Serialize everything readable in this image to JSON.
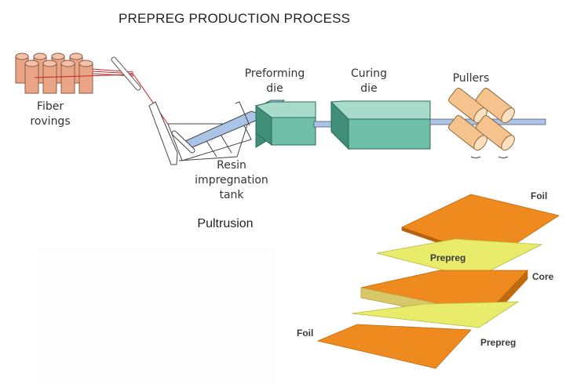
{
  "title": "PREPREG PRODUCTION PROCESS",
  "pultrusion": {
    "caption": "Pultrusion",
    "labels": {
      "fiber_rovings_1": "Fiber",
      "fiber_rovings_2": "rovings",
      "resin_1": "Resin",
      "resin_2": "impregnation",
      "resin_3": "tank",
      "preforming_1": "Preforming",
      "preforming_2": "die",
      "curing_1": "Curing",
      "curing_2": "die",
      "pullers": "Pullers"
    }
  },
  "layup": {
    "layers": [
      {
        "label": "Foil",
        "color": "#ee8a1e"
      },
      {
        "label": "Prepreg",
        "color": "#e8ec6a"
      },
      {
        "label": "Core",
        "color": "#ee8a1e"
      },
      {
        "label": "Prepreg",
        "color": "#e8ec6a"
      },
      {
        "label": "Foil",
        "color": "#ee8a1e"
      }
    ]
  },
  "colors": {
    "die": "#6fbfa6",
    "fiber": "#cc2222",
    "roving": "#e9a585",
    "roller": "#f6c38e",
    "profile": "#a9c4e6"
  }
}
